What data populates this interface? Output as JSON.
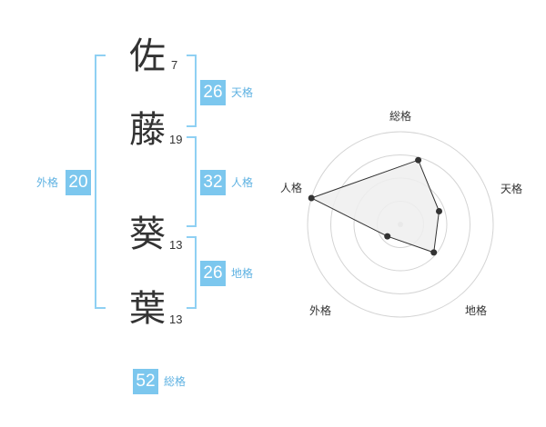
{
  "name_chars": [
    {
      "char": "佐",
      "strokes": "7"
    },
    {
      "char": "藤",
      "strokes": "19"
    },
    {
      "char": "葵",
      "strokes": "13"
    },
    {
      "char": "葉",
      "strokes": "13"
    }
  ],
  "kakusu": {
    "tenkaku": {
      "value": "26",
      "label": "天格"
    },
    "jinkaku": {
      "value": "32",
      "label": "人格"
    },
    "chikaku": {
      "value": "26",
      "label": "地格"
    },
    "gaikaku": {
      "value": "20",
      "label": "外格"
    },
    "soukaku": {
      "value": "52",
      "label": "総格"
    }
  },
  "colors": {
    "badge": "#7cc7ee",
    "bracket": "#8fd0f3",
    "label": "#5fb2e2",
    "radar_fill": "#eeeeee",
    "radar_stroke": "#333333"
  },
  "chart_data": {
    "type": "radar",
    "axes": [
      "総格",
      "天格",
      "地格",
      "外格",
      "人格"
    ],
    "values": [
      0.72,
      0.44,
      0.47,
      0.19,
      1.0
    ],
    "rings": 4,
    "range": [
      0,
      1
    ]
  }
}
